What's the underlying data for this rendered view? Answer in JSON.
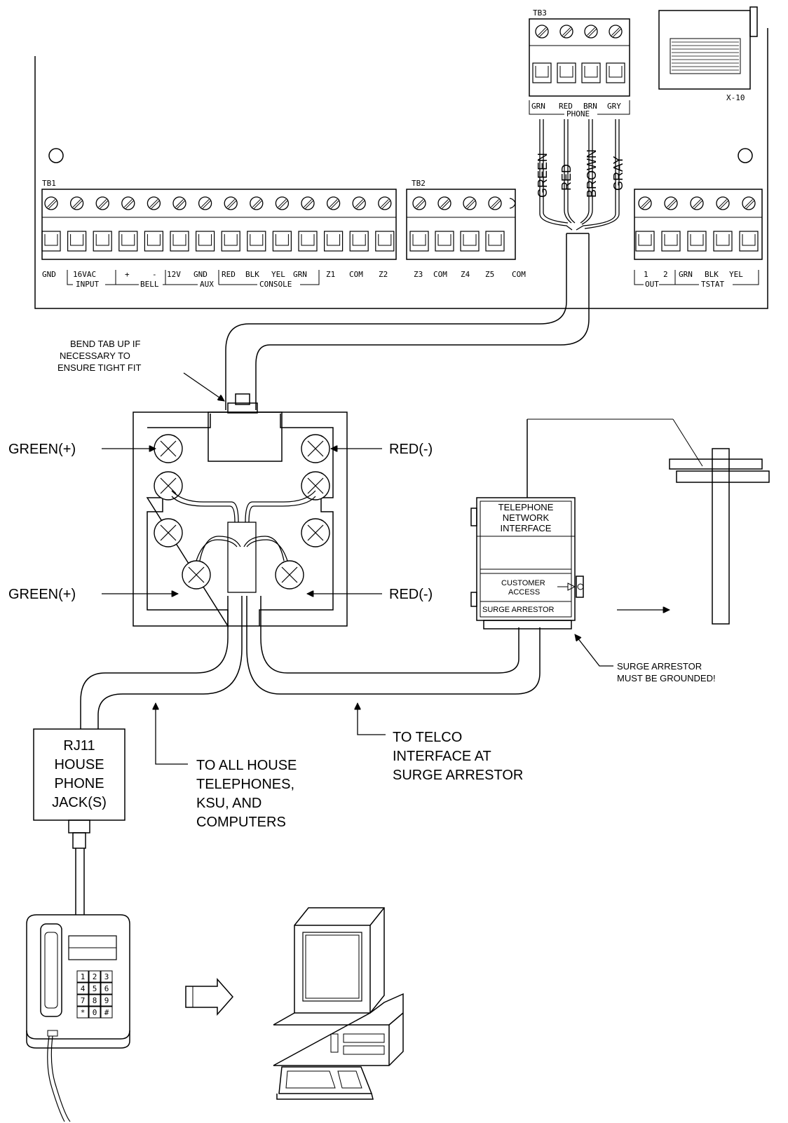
{
  "board": {
    "tb1_label": "TB1",
    "tb2_label": "TB2",
    "tb3_label": "TB3",
    "x10_label": "X-10",
    "tb1_terminals": [
      "GND",
      "16VAC",
      "+",
      "-",
      "12V",
      "GND",
      "RED",
      "BLK",
      "YEL",
      "GRN",
      "Z1",
      "COM",
      "Z2"
    ],
    "tb2_terminals": [
      "Z3",
      "COM",
      "Z4",
      "Z5",
      "COM"
    ],
    "tb4_terminals": [
      "1",
      "2",
      "GRN",
      "BLK",
      "YEL"
    ],
    "groups": {
      "input": "INPUT",
      "bell": "BELL",
      "aux": "AUX",
      "console": "CONSOLE",
      "out": "OUT",
      "tstat": "TSTAT",
      "phone": "PHONE"
    },
    "phone_terminals": [
      "GRN",
      "RED",
      "BRN",
      "GRY"
    ],
    "wire_colors": [
      "GREEN",
      "RED",
      "BROWN",
      "GRAY"
    ]
  },
  "labels": {
    "bend_tab": [
      "BEND TAB UP IF",
      "NECESSARY TO",
      "ENSURE TIGHT FIT"
    ],
    "green_top": "GREEN(+)",
    "red_top": "RED(-)",
    "green_bottom": "GREEN(+)",
    "red_bottom": "RED(-)",
    "tni": [
      "TELEPHONE",
      "NETWORK",
      "INTERFACE"
    ],
    "customer_access": [
      "CUSTOMER",
      "ACCESS"
    ],
    "surge_arrestor": "SURGE ARRESTOR",
    "grounded": [
      "SURGE ARRESTOR",
      "MUST BE GROUNDED!"
    ],
    "to_telco": [
      "TO TELCO",
      "INTERFACE AT",
      "SURGE ARRESTOR"
    ],
    "to_house": [
      "TO ALL HOUSE",
      "TELEPHONES,",
      "KSU, AND",
      "COMPUTERS"
    ],
    "rj11": [
      "RJ11",
      "HOUSE",
      "PHONE",
      "JACK(S)"
    ],
    "keypad": [
      "1",
      "2",
      "3",
      "4",
      "5",
      "6",
      "7",
      "8",
      "9",
      "*",
      "0",
      "#"
    ]
  }
}
